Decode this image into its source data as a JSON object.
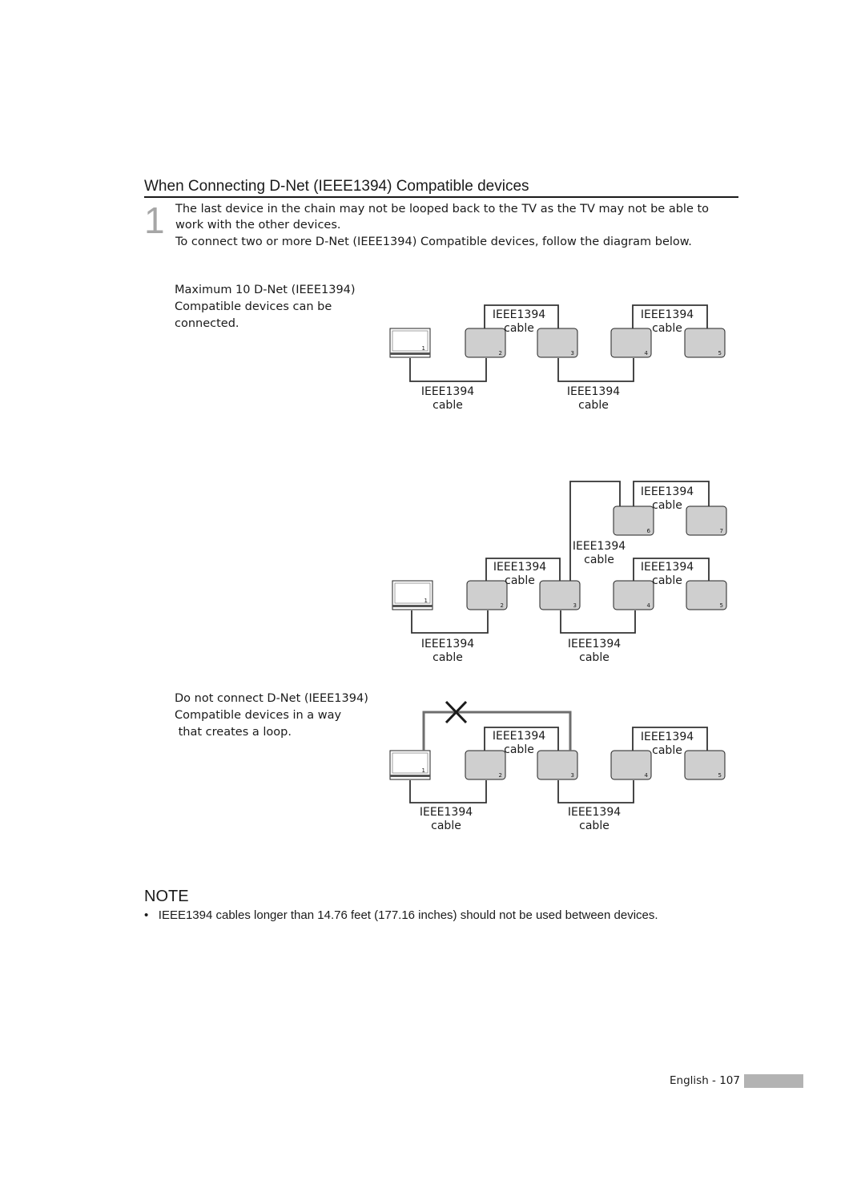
{
  "title": "When Connecting D-Net (IEEE1394) Compatible devices",
  "step_number": "1",
  "paragraph1": "The last device in the chain may not be looped back to the TV as the TV may not be able to work with the other devices.",
  "paragraph2": "To connect two or more D-Net (IEEE1394) Compatible devices, follow the diagram below.",
  "side_note1": [
    "Maximum 10 D-Net (IEEE1394)",
    "Compatible devices can be",
    "connected."
  ],
  "side_note2": [
    "Do not connect D-Net (IEEE1394)",
    "Compatible devices in a way",
    " that creates a loop."
  ],
  "cable_label": [
    "IEEE1394",
    "cable"
  ],
  "device_numbers": {
    "tv": "1",
    "d2": "2",
    "d3": "3",
    "d4": "4",
    "d5": "5",
    "d6": "6",
    "d7": "7"
  },
  "note": {
    "title": "NOTE",
    "bullet": "•",
    "text": "IEEE1394 cables longer than 14.76 feet (177.16 inches) should not be used between devices."
  },
  "footer": {
    "page_label": "English - 107"
  },
  "colors": {
    "device_fill": "#cfcfcf",
    "line": "#333333",
    "loop_line": "#6e6e6e",
    "footer_bar": "#b3b3b3"
  }
}
